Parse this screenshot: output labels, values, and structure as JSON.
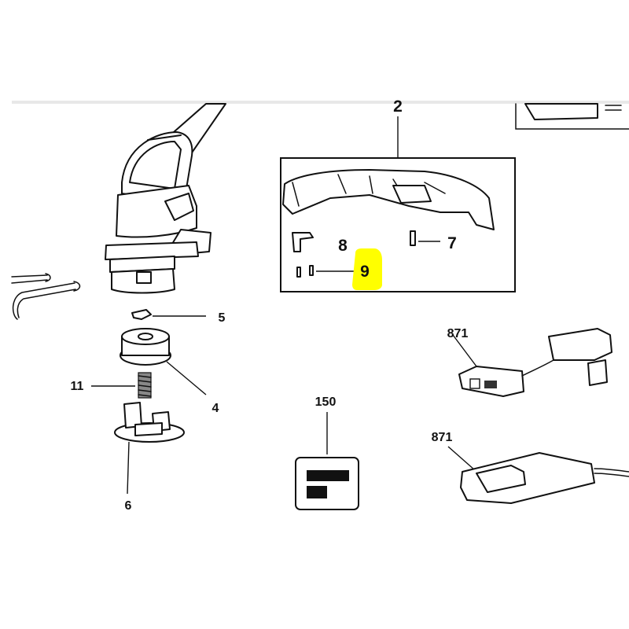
{
  "diagram": {
    "callouts": {
      "part_2": "2",
      "part_4": "4",
      "part_5": "5",
      "part_6": "6",
      "part_7": "7",
      "part_8": "8",
      "part_9": "9",
      "part_11": "11",
      "part_150": "150",
      "part_871_top": "871",
      "part_871_bottom": "871"
    },
    "highlighted_callout": "9",
    "colors": {
      "highlight": "#FFFF00",
      "line": "#111111",
      "background": "#FFFFFF",
      "top_rule": "#E8E8E8"
    }
  }
}
